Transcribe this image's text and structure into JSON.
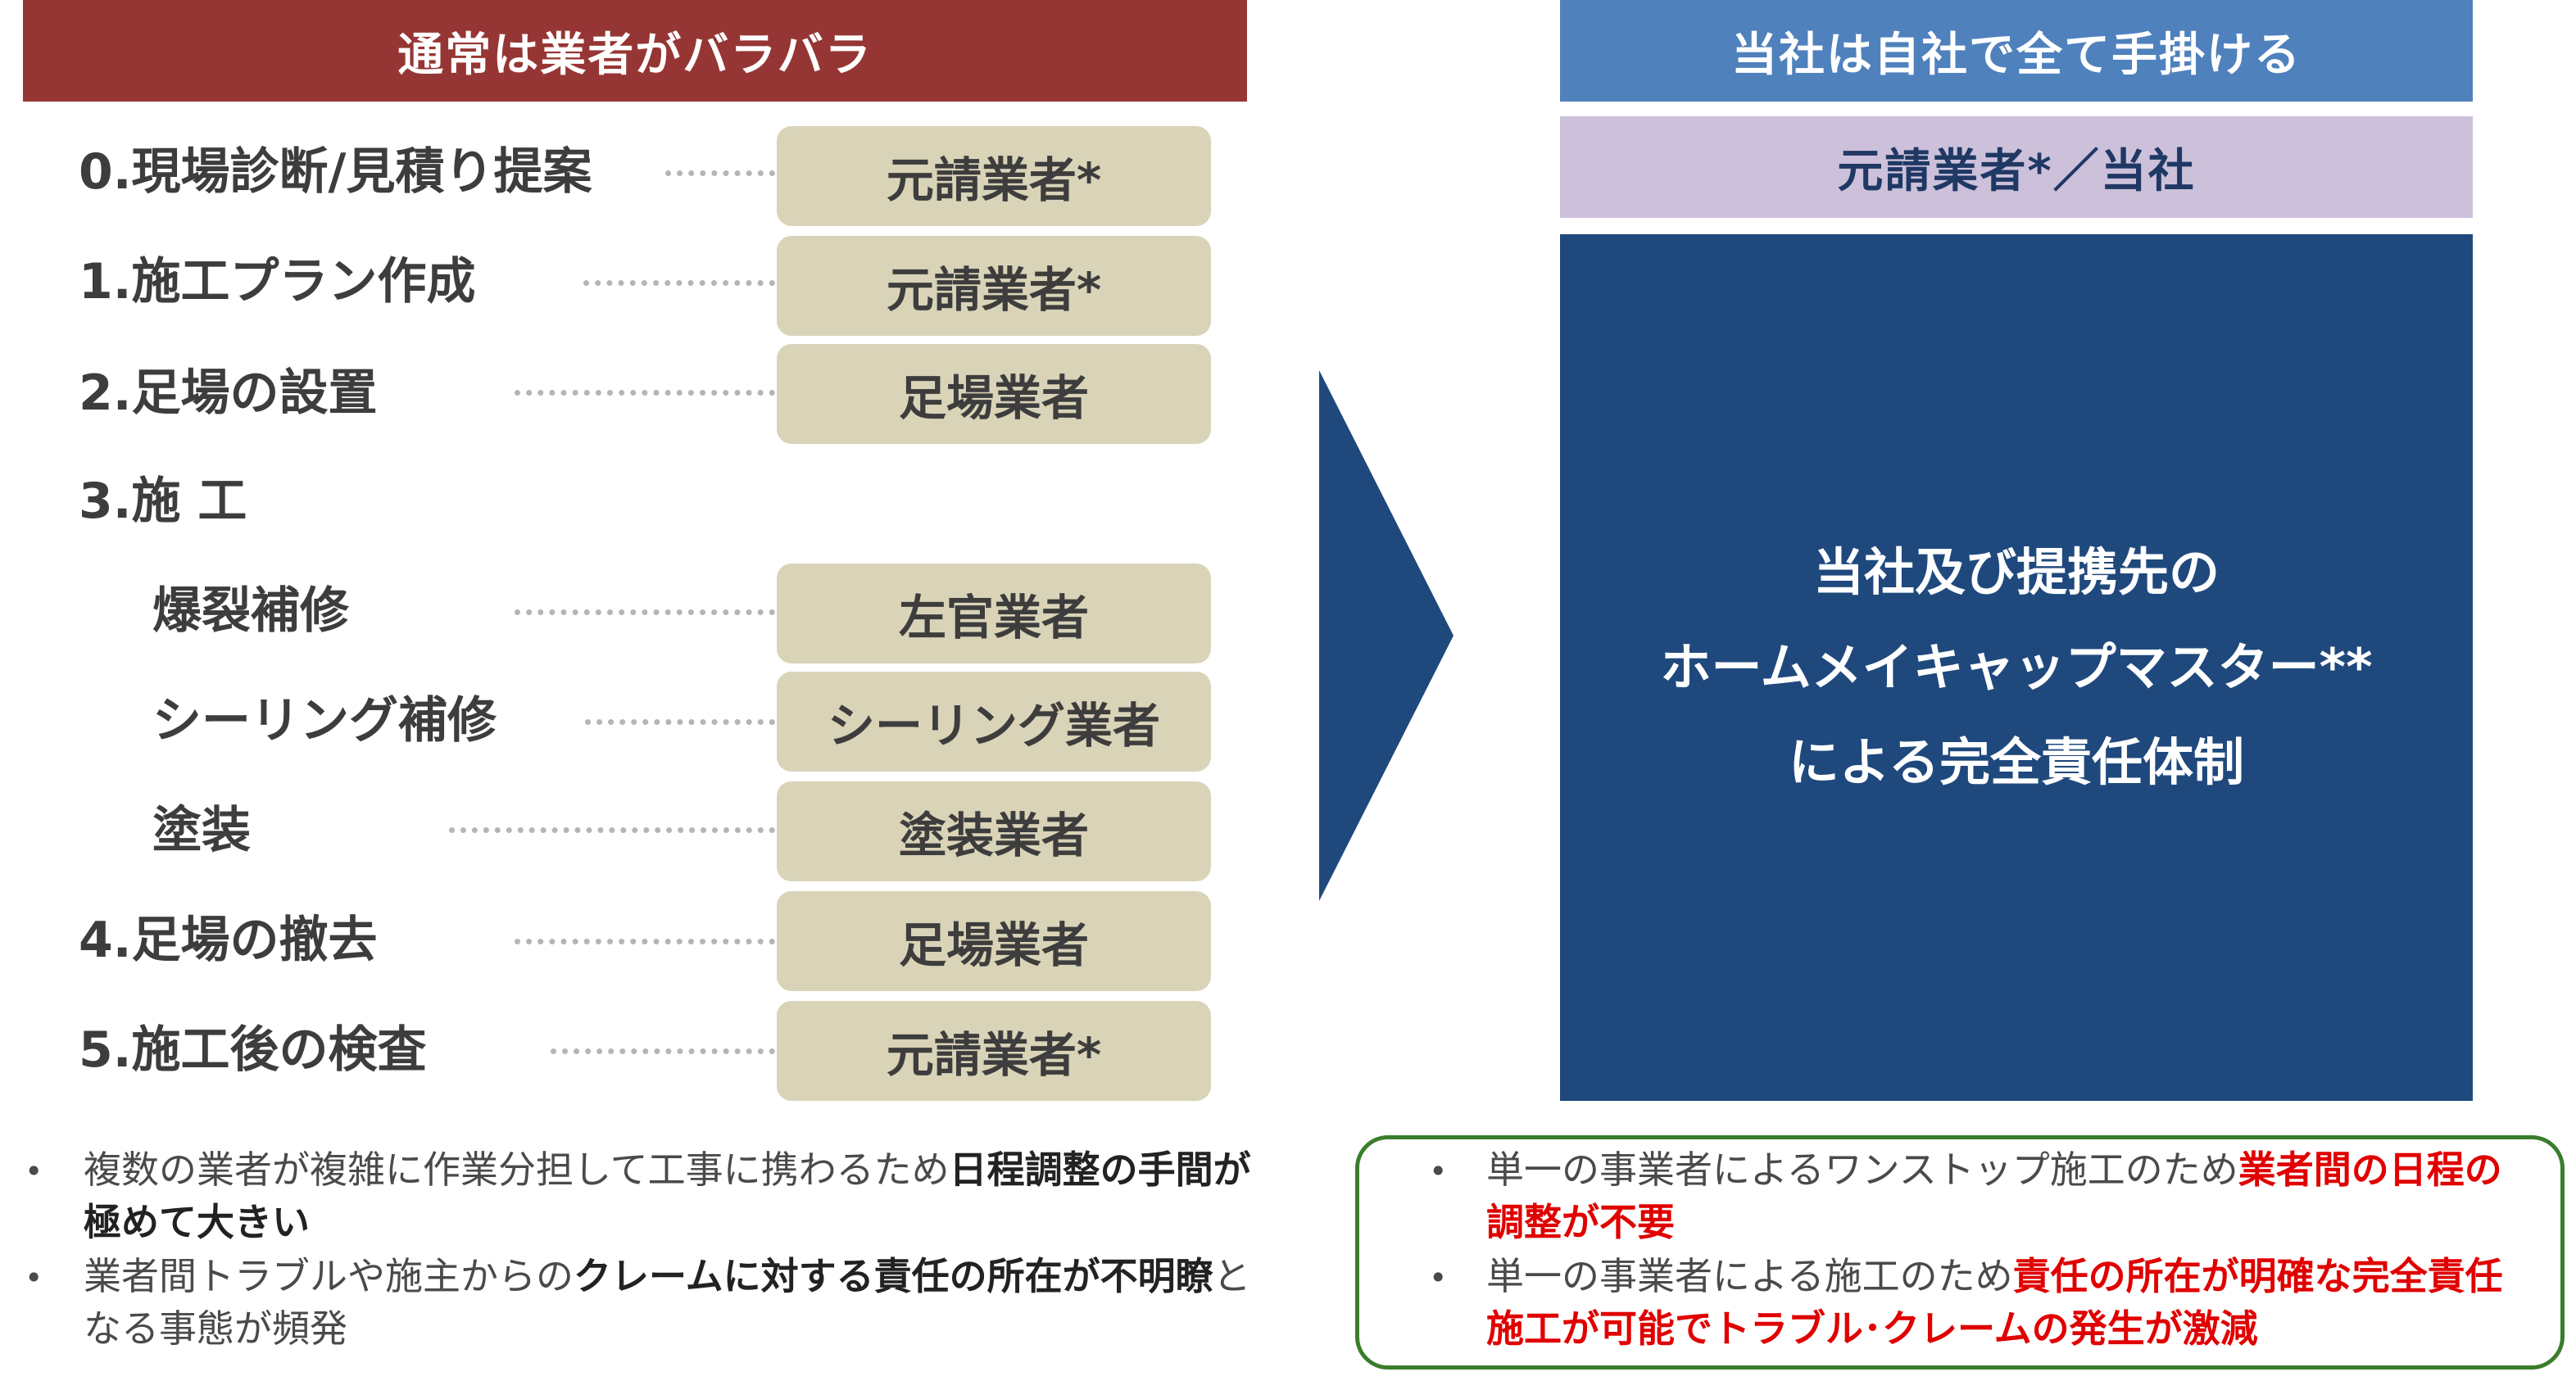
{
  "left": {
    "header": "通常は業者がバラバラ",
    "steps": [
      {
        "label": "0.現場診断/見積り提案",
        "vendor": "元請業者*"
      },
      {
        "label": "1.施工プラン作成",
        "vendor": "元請業者*"
      },
      {
        "label": "2.足場の設置",
        "vendor": "足場業者"
      },
      {
        "label": "3.施 工",
        "vendor": ""
      },
      {
        "label": "爆裂補修",
        "vendor": "左官業者"
      },
      {
        "label": "シーリング補修",
        "vendor": "シーリング業者"
      },
      {
        "label": "塗装",
        "vendor": "塗装業者"
      },
      {
        "label": "4.足場の撤去",
        "vendor": "足場業者"
      },
      {
        "label": "5.施工後の検査",
        "vendor": "元請業者*"
      }
    ],
    "notes": [
      {
        "plain": "複数の業者が複雑に作業分担して工事に携わるため",
        "bold": "日程調整の手間が極めて大きい",
        "tail": ""
      },
      {
        "plain": "業者間トラブルや施主からの",
        "bold": "クレームに対する責任の所在が不明瞭",
        "tail": "となる事態が頻発"
      }
    ]
  },
  "right": {
    "header": "当社は自社で全て手掛ける",
    "subheader": "元請業者*／当社",
    "body_lines": [
      "当社及び提携先の",
      "ホームメイキャップマスター**",
      "による完全責任体制"
    ],
    "notes": [
      {
        "plain": "単一の事業者によるワンストップ施工のため",
        "red": "業者間の日程の調整が不要"
      },
      {
        "plain": "単一の事業者による施工のため",
        "red": "責任の所在が明確な完全責任施工が可能でトラブル･クレームの発生が激減"
      }
    ]
  },
  "colors": {
    "left_header": "#963634",
    "right_header": "#4f81bd",
    "right_subheader": "#ccc0da",
    "right_body": "#1f497d",
    "arrow": "#1f497d",
    "pill": "#d9d3b8",
    "highlight_red": "#e00000",
    "note_border": "#3a7d2c"
  }
}
